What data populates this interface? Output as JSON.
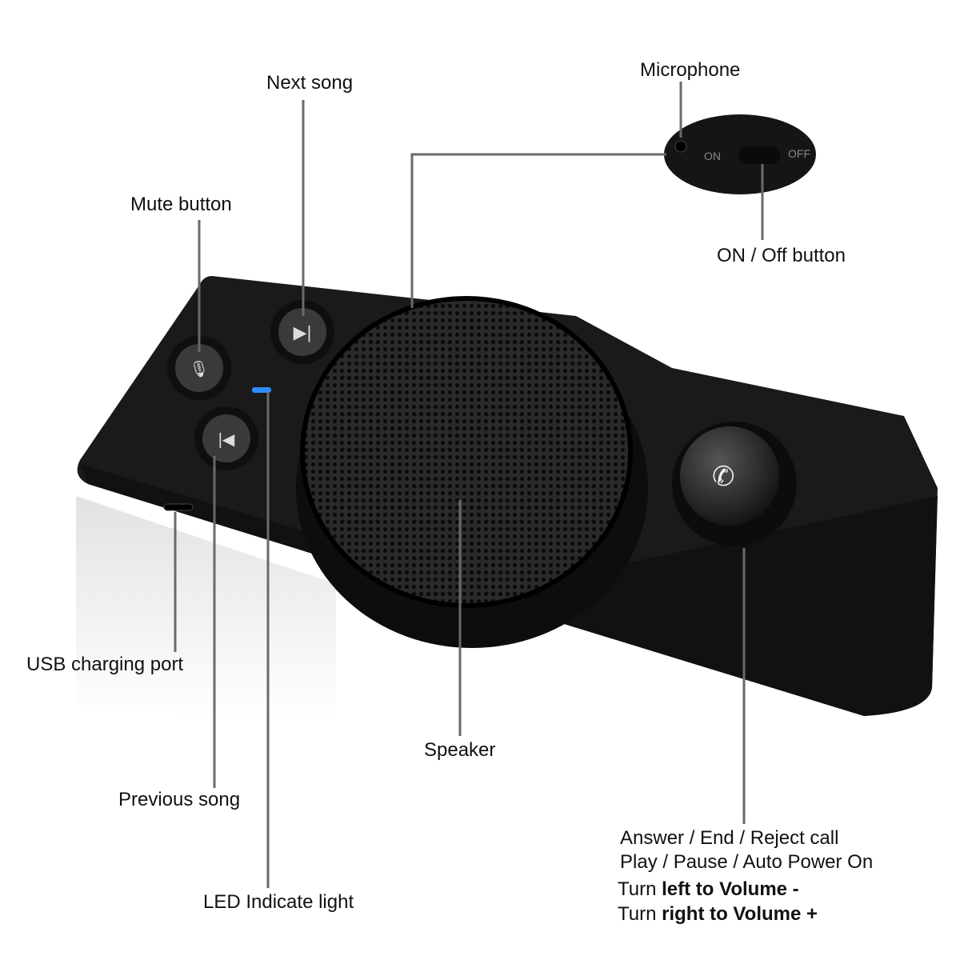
{
  "labels": {
    "next_song": "Next song",
    "mute_button": "Mute button",
    "microphone": "Microphone",
    "on_off_button": "ON / Off button",
    "usb_charging_port": "USB charging port",
    "previous_song": "Previous song",
    "speaker": "Speaker",
    "led": "LED  Indicate light",
    "knob_line1": "Answer / End / Reject call",
    "knob_line2": "Play / Pause / Auto Power On",
    "knob_line3_prefix": "Turn ",
    "knob_line3_bold": "left to Volume -",
    "knob_line4_prefix": "Turn ",
    "knob_line4_bold": "right to Volume +"
  },
  "switch": {
    "on": "ON",
    "off": "OFF"
  },
  "colors": {
    "device": "#1a1a1a",
    "leader_line": "#6a6a6a",
    "led": "#2f8cff"
  }
}
